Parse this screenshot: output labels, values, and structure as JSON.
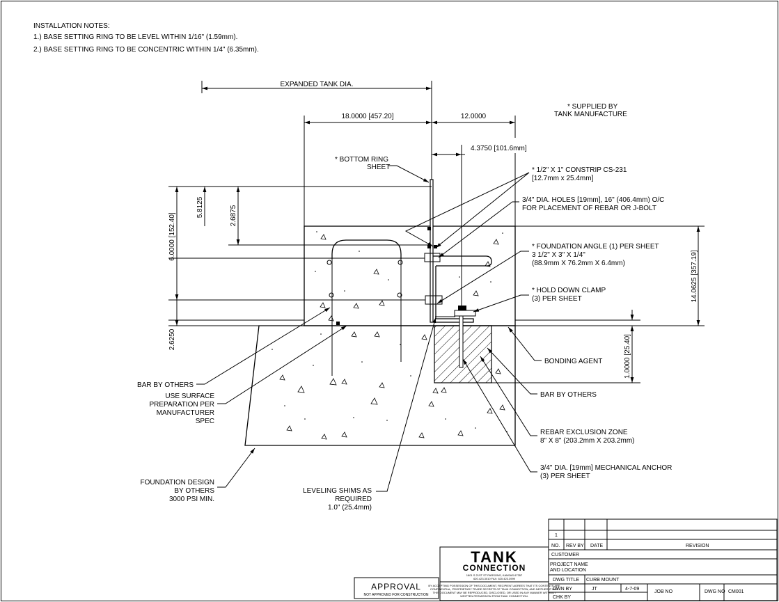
{
  "notes": {
    "heading": "INSTALLATION NOTES:",
    "line1": "1.) BASE SETTING RING TO BE LEVEL WITHIN 1/16\" (1.59mm).",
    "line2": "2.) BASE SETTING RING TO BE CONCENTRIC WITHIN 1/4\" (6.35mm)."
  },
  "dimensions": {
    "expanded_tank_dia": "EXPANDED TANK DIA.",
    "d_18": "18.0000 [457.20]",
    "d_12": "12.0000",
    "d_4375": "4.3750 [101.6mm]",
    "d_58125": "5.8125",
    "d_26875": "2.6875",
    "d_6": "6.0000 [152.40]",
    "d_2625": "2.6250",
    "d_14": "14.0625 [357.19]",
    "d_1": "1.0000 [25.40]"
  },
  "callouts": {
    "supplied_1": "* SUPPLIED BY",
    "supplied_2": "TANK MANUFACTURE",
    "bottom_ring_1": "* BOTTOM RING",
    "bottom_ring_2": "SHEET",
    "constrip_1": "* 1/2\" X 1\" CONSTRIP CS-231",
    "constrip_2": "[12.7mm x 25.4mm]",
    "holes_1": "3/4\" DIA. HOLES [19mm], 16\" (406.4mm) O/C",
    "holes_2": "FOR PLACEMENT OF REBAR OR J-BOLT",
    "angle_1": "* FOUNDATION ANGLE (1) PER SHEET",
    "angle_2": "3 1/2\" X 3\" X 1/4\"",
    "angle_3": "(88.9mm X 76.2mm X 6.4mm)",
    "clamp_1": "* HOLD DOWN CLAMP",
    "clamp_2": "(3) PER SHEET",
    "bonding": "BONDING AGENT",
    "bar_right": "BAR BY OTHERS",
    "rebar_1": "REBAR EXCLUSION ZONE",
    "rebar_2": "8\" X 8\" (203.2mm X 203.2mm)",
    "anchor_1": "3/4\" DIA. [19mm] MECHANICAL ANCHOR",
    "anchor_2": "(3) PER SHEET",
    "bar_left": "BAR BY OTHERS",
    "surface_1": "USE SURFACE",
    "surface_2": "PREPARATION PER",
    "surface_3": "MANUFACTURER",
    "surface_4": "SPEC",
    "found_1": "FOUNDATION DESIGN",
    "found_2": "BY OTHERS",
    "found_3": "3000 PSI MIN.",
    "shims_1": "LEVELING SHIMS AS",
    "shims_2": "REQUIRED",
    "shims_3": "1.0\" (25.4mm)"
  },
  "title_block": {
    "rev_number": "1",
    "hdr_no": "NO.",
    "hdr_rev_by": "REV BY",
    "hdr_date": "DATE",
    "hdr_revision": "REVISION",
    "customer_label": "CUSTOMER",
    "project_label_1": "PROJECT NAME",
    "project_label_2": "AND LOCATION",
    "dwg_title_label": "DWG TITLE",
    "dwg_title": "CURB MOUNT",
    "dwn_by_label": "DWN BY",
    "dwn_by": "JT",
    "date": "4-7-09",
    "job_no_label": "JOB NO",
    "dwg_no_label": "DWG NO",
    "dwg_no": "CM001",
    "chk_by_label": "CHK BY",
    "logo_line1": "TANK",
    "logo_line2": "CONNECTION",
    "logo_addr": "1801 S 21ST ST  PARSONS, KANSAS 67357",
    "logo_phone": "620.423.3010  FAX: 620.423.3999",
    "approval": "APPROVAL",
    "approval_sub": "NOT APPROVED FOR CONSTRUCTION",
    "disclaimer_1": "BY ACCEPTING POSSESSION OF THIS DOCUMENT, RECIPIENT AGREES THAT ITS CONTENTS ARE",
    "disclaimer_2": "CONFIDENTIAL, PROPRIETARY TRADE SECRETS OF TANK CONNECTION, AND NEITHER IT NOR",
    "disclaimer_3": "THIS DOCUMENT MAY BE REPRODUCED, DISCLOSED, OR USED IN ANY MANNER WITHOUT",
    "disclaimer_4": "WRITTEN PERMISSION FROM TANK CONNECTION."
  }
}
